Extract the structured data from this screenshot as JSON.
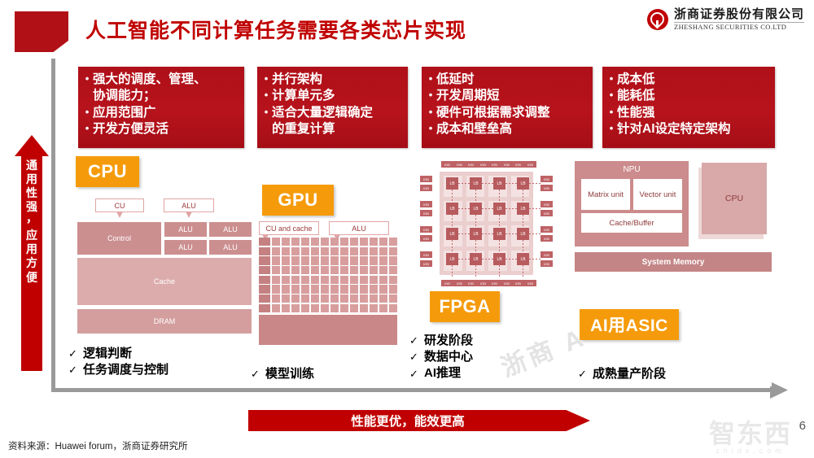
{
  "header": {
    "title": "人工智能不同计算任务需要各类芯片实现",
    "logo_cn": "浙商证券股份有限公司",
    "logo_en": "ZHESHANG SECURITIES CO.LTD",
    "accent_red": "#C00000",
    "accent_orange": "#F59B0B"
  },
  "feature_boxes": [
    {
      "name": "cpu",
      "items": [
        {
          "bullet": "•",
          "text": "强大的调度、管理、"
        },
        {
          "bullet": "",
          "text": "协调能力；"
        },
        {
          "bullet": "•",
          "text": "应用范围广"
        },
        {
          "bullet": "•",
          "text": "开发方便灵活"
        }
      ]
    },
    {
      "name": "gpu",
      "items": [
        {
          "bullet": "•",
          "text": "并行架构"
        },
        {
          "bullet": "•",
          "text": "计算单元多"
        },
        {
          "bullet": "•",
          "text": "适合大量逻辑确定"
        },
        {
          "bullet": "",
          "text": "的重复计算"
        }
      ]
    },
    {
      "name": "fpga",
      "items": [
        {
          "bullet": "•",
          "text": "低延时"
        },
        {
          "bullet": "•",
          "text": "开发周期短"
        },
        {
          "bullet": "•",
          "text": "硬件可根据需求调整"
        },
        {
          "bullet": "•",
          "text": "成本和壁垒高"
        }
      ]
    },
    {
      "name": "asic",
      "items": [
        {
          "bullet": "•",
          "text": "成本低"
        },
        {
          "bullet": "•",
          "text": "能耗低"
        },
        {
          "bullet": "•",
          "text": "性能强"
        },
        {
          "bullet": "•",
          "text": "针对AI设定特定架构"
        }
      ]
    }
  ],
  "vertical_axis": {
    "label": "通用性强，应用方便"
  },
  "bottom_arrow": {
    "label": "性能更优，能效更高"
  },
  "chips": {
    "cpu": "CPU",
    "gpu": "GPU",
    "fpga": "FPGA",
    "asic": "AI用ASIC"
  },
  "cpu_diagram": {
    "callout_cu": "CU",
    "callout_alu": "ALU",
    "control": "Control",
    "alus": [
      "ALU",
      "ALU",
      "ALU",
      "ALU"
    ],
    "cache": "Cache",
    "dram": "DRAM"
  },
  "gpu_diagram": {
    "callout_cu": "CU and cache",
    "callout_alu": "ALU"
  },
  "fpga_diagram": {
    "logic_block": "LB",
    "io_block": "IOB"
  },
  "npu_diagram": {
    "npu": "NPU",
    "matrix_unit": "Matrix unit",
    "vector_unit": "Vector unit",
    "cache_buffer": "Cache/Buffer",
    "cpu": "CPU",
    "system_memory": "System Memory"
  },
  "checklists": [
    {
      "name": "cpu",
      "items": [
        "逻辑判断",
        "任务调度与控制"
      ]
    },
    {
      "name": "gpu",
      "items": [
        "模型训练"
      ]
    },
    {
      "name": "fpga",
      "items": [
        "研发阶段",
        "数据中心",
        "AI推理"
      ]
    },
    {
      "name": "asic",
      "items": [
        "成熟量产阶段"
      ]
    }
  ],
  "check_mark": "✓",
  "footer": {
    "source": "资料来源：Huawei forum，浙商证券研究所",
    "page": "6"
  },
  "watermarks": {
    "diagonal": "浙商 A",
    "brand": "智东西",
    "brand_sub": "zhidx.com"
  }
}
